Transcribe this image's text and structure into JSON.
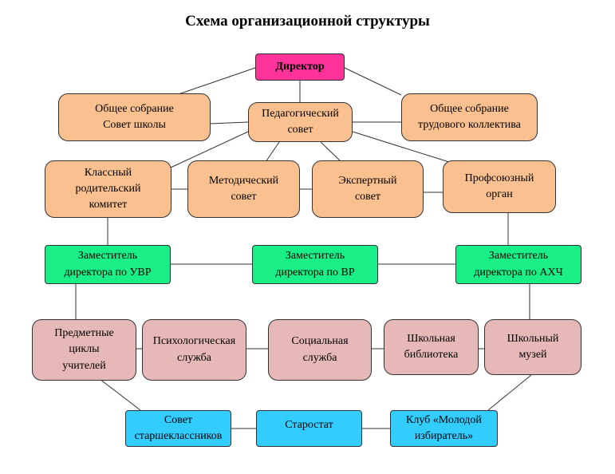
{
  "title": "Схема организационной структуры",
  "nodes": {
    "director": "Директор",
    "general_meeting_council": "Общее собрание\nСовет школы",
    "ped_council": "Педагогический\nсовет",
    "general_meeting_labor": "Общее собрание\nтрудового коллектива",
    "parent_committee": "Классный\nродительский\nкомитет",
    "method_council": "Методический\nсовет",
    "expert_council": "Экспертный\nсовет",
    "trade_union": "Профсоюзный\nорган",
    "deputy_uvr": "Заместитель\nдиректора по УВР",
    "deputy_vr": "Заместитель\nдиректора по ВР",
    "deputy_ahch": "Заместитель\nдиректора по АХЧ",
    "subject_cycles": "Предметные\nциклы\nучителей",
    "psych_service": "Психологическая\nслужба",
    "social_service": "Социальная\nслужба",
    "library": "Школьная\nбиблиотека",
    "museum": "Школьный\nмузей",
    "senior_council": "Совет\nстаршеклассников",
    "starostat": "Старостат",
    "voter_club": "Клуб «Молодой\nизбиратель»"
  }
}
